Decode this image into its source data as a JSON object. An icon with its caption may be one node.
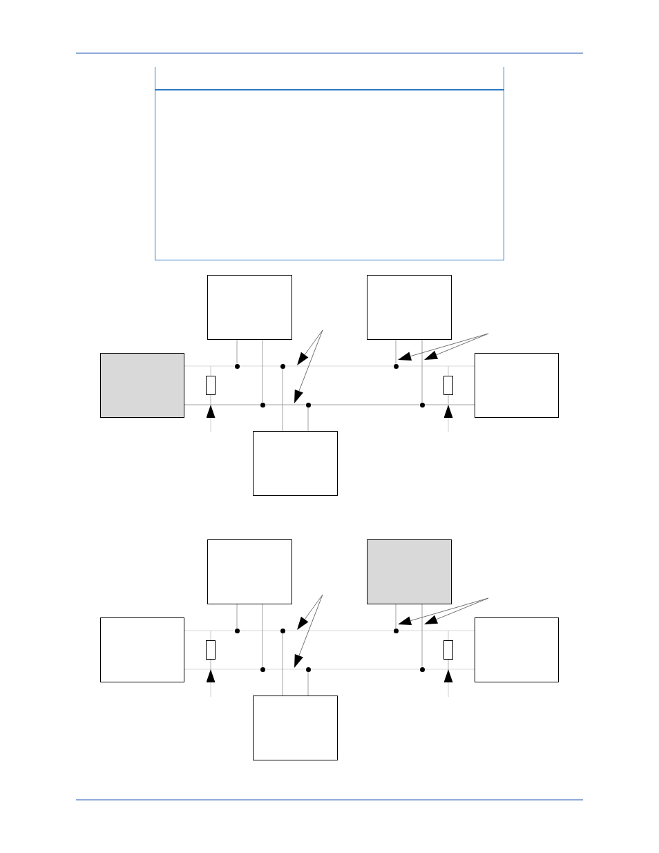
{
  "diagram": {
    "nodes": [
      {
        "text": [],
        "shape": "box"
      },
      {
        "text": [],
        "shape": "box"
      },
      {
        "text": [],
        "shape": "box"
      },
      {
        "text": [],
        "shape": "box"
      },
      {
        "text": [],
        "shape": "dot"
      },
      {
        "text": [],
        "shape": "dot"
      },
      {
        "text": [],
        "shape": "dot"
      },
      {
        "text": [],
        "shape": "resistor"
      },
      {
        "text": [],
        "shape": "resistor"
      },
      {
        "text": [],
        "shape": "dot"
      },
      {
        "text": [],
        "shape": "dot"
      },
      {
        "text": [],
        "shape": "dot"
      },
      {
        "text": [],
        "shape": "box"
      },
      {
        "text": [],
        "shape": "box"
      },
      {
        "text": [],
        "shape": "box"
      },
      {
        "text": [],
        "shape": "box"
      },
      {
        "text": [],
        "shape": "box"
      },
      {
        "text": [],
        "shape": "dot"
      },
      {
        "text": [],
        "shape": "dot"
      },
      {
        "text": [],
        "shape": "dot"
      },
      {
        "text": [],
        "shape": "resistor"
      },
      {
        "text": [],
        "shape": "resistor"
      },
      {
        "text": [],
        "shape": "dot"
      },
      {
        "text": [],
        "shape": "dot"
      },
      {
        "text": [],
        "shape": "dot"
      },
      {
        "text": [],
        "shape": "box"
      }
    ],
    "edges": [
      {
        "from": 2,
        "to": 4,
        "arrow": "none",
        "color": "#d9d9d9"
      },
      {
        "from": 4,
        "to": 5,
        "arrow": "none",
        "color": "#d9d9d9"
      },
      {
        "from": 5,
        "to": 6,
        "arrow": "none",
        "color": "#d9d9d9"
      },
      {
        "from": 6,
        "to": 3,
        "arrow": "none",
        "color": "#d9d9d9"
      },
      {
        "from": 2,
        "to": 9,
        "arrow": "none"
      },
      {
        "from": 9,
        "to": 10,
        "arrow": "none"
      },
      {
        "from": 10,
        "to": 11,
        "arrow": "none"
      },
      {
        "from": 11,
        "to": 3,
        "arrow": "none"
      },
      {
        "from": 0,
        "to": 4,
        "arrow": "none"
      },
      {
        "from": 0,
        "to": 9,
        "arrow": "none"
      },
      {
        "from": 12,
        "to": 5,
        "arrow": "none"
      },
      {
        "from": 12,
        "to": 10,
        "arrow": "none"
      },
      {
        "from": 1,
        "to": 6,
        "arrow": "none"
      },
      {
        "from": 1,
        "to": 11,
        "arrow": "none"
      },
      {
        "from": null,
        "to": 7,
        "arrow": "to",
        "color": "#d0d0d0"
      },
      {
        "from": null,
        "to": 8,
        "arrow": "to",
        "color": "#d0d0d0"
      },
      {
        "from": 7,
        "to": null,
        "arrow": "none",
        "color": "#c8c8c8"
      },
      {
        "from": 8,
        "to": null,
        "arrow": "none",
        "color": "#c8c8c8"
      },
      {
        "from": 15,
        "to": 17,
        "arrow": "none",
        "color": "#d9d9d9"
      },
      {
        "from": 17,
        "to": 18,
        "arrow": "none",
        "color": "#d9d9d9"
      },
      {
        "from": 18,
        "to": 19,
        "arrow": "none",
        "color": "#d9d9d9"
      },
      {
        "from": 19,
        "to": 16,
        "arrow": "none",
        "color": "#d9d9d9"
      },
      {
        "from": 15,
        "to": 22,
        "arrow": "none",
        "color": "#d9d9d9"
      },
      {
        "from": 22,
        "to": 23,
        "arrow": "none",
        "color": "#d9d9d9"
      },
      {
        "from": 23,
        "to": 24,
        "arrow": "none",
        "color": "#d9d9d9"
      },
      {
        "from": 24,
        "to": 16,
        "arrow": "none",
        "color": "#d9d9d9"
      },
      {
        "from": 13,
        "to": 17,
        "arrow": "none"
      },
      {
        "from": 13,
        "to": 22,
        "arrow": "none"
      },
      {
        "from": 25,
        "to": 18,
        "arrow": "none"
      },
      {
        "from": 25,
        "to": 23,
        "arrow": "none"
      },
      {
        "from": 14,
        "to": 19,
        "arrow": "none"
      },
      {
        "from": 14,
        "to": 24,
        "arrow": "none"
      },
      {
        "from": null,
        "to": 20,
        "arrow": "to",
        "color": "#d0d0d0"
      },
      {
        "from": null,
        "to": 21,
        "arrow": "to",
        "color": "#d0d0d0"
      },
      {
        "from": 20,
        "to": null,
        "arrow": "none",
        "color": "#c8c8c8"
      },
      {
        "from": 21,
        "to": null,
        "arrow": "none",
        "color": "#c8c8c8"
      }
    ]
  }
}
